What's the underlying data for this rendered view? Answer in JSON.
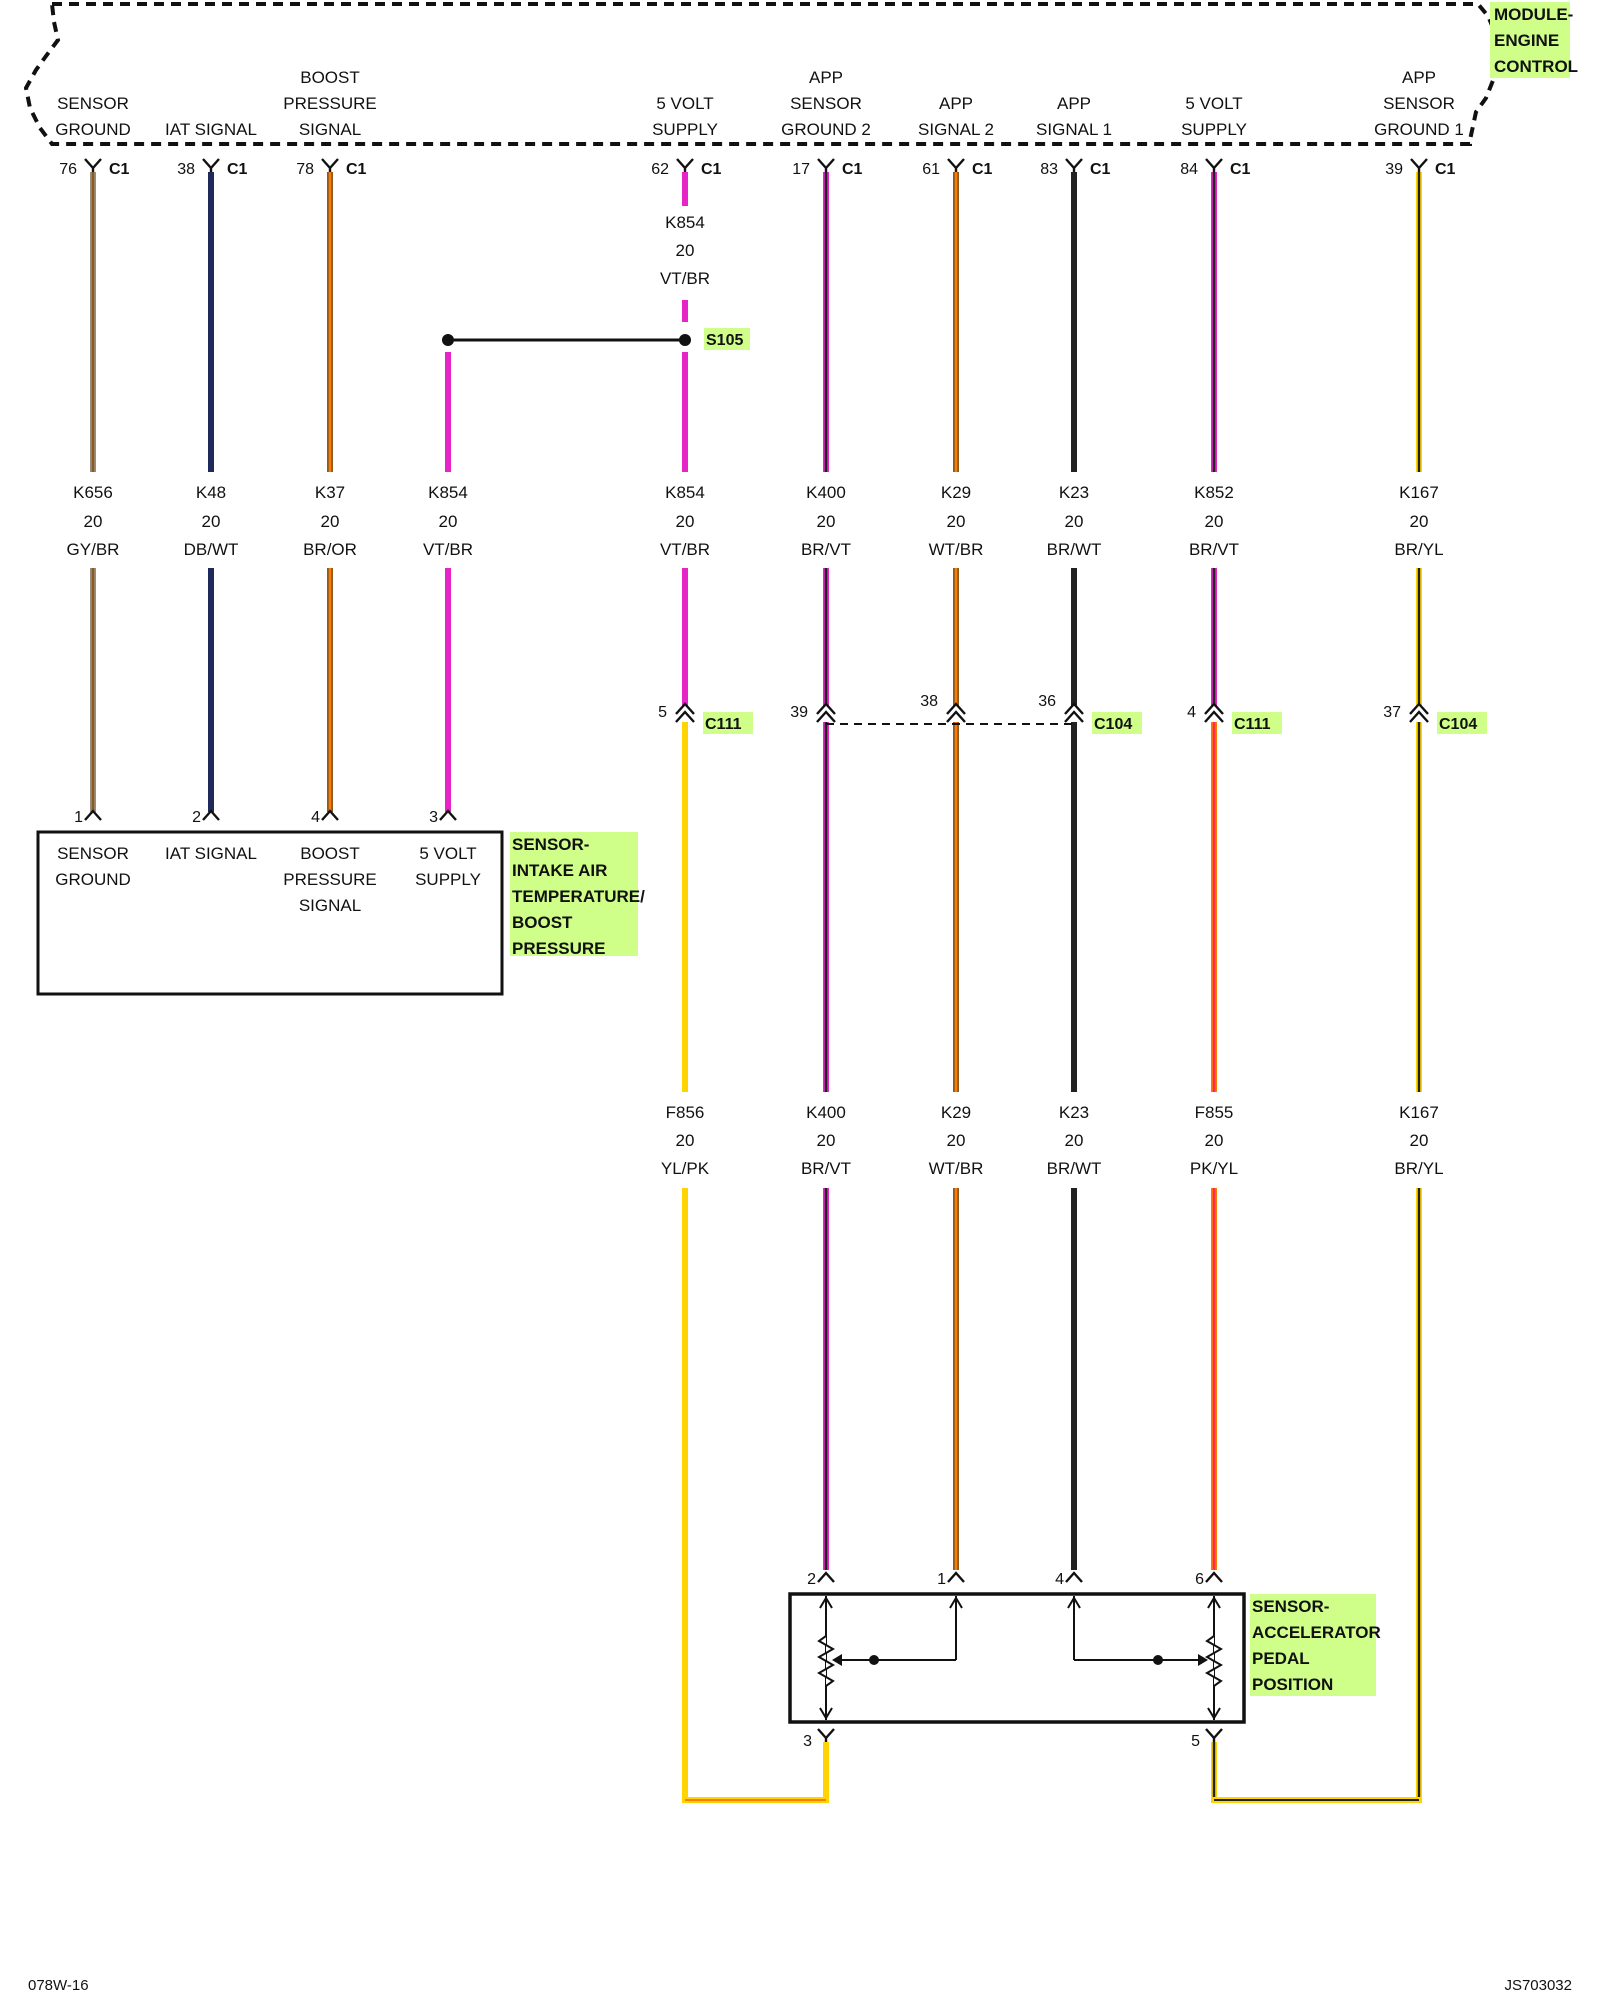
{
  "colors": {
    "GY": "#9a8d7c",
    "BR": "#8b5a1e",
    "DB": "#1f2a5a",
    "WT": "#d9c8a8",
    "OR": "#ff7a00",
    "VT": "#e624c8",
    "BK": "#222222",
    "YL": "#ffd400",
    "PK": "#ff2a4d",
    "BRWT": "#3a2a1a",
    "BRYL": "#3a3000",
    "callout": "#cfff88"
  },
  "module": {
    "name_lines": [
      "MODULE-",
      "ENGINE",
      "CONTROL"
    ],
    "pins": [
      {
        "id": "sg",
        "label": [
          "SENSOR",
          "GROUND"
        ],
        "pin": "76",
        "conn": "C1"
      },
      {
        "id": "iat",
        "label": [
          "IAT SIGNAL"
        ],
        "pin": "38",
        "conn": "C1"
      },
      {
        "id": "bps",
        "label": [
          "BOOST",
          "PRESSURE",
          "SIGNAL"
        ],
        "pin": "78",
        "conn": "C1"
      },
      {
        "id": "v5a",
        "label": [
          "5 VOLT",
          "SUPPLY"
        ],
        "pin": "62",
        "conn": "C1"
      },
      {
        "id": "asg2",
        "label": [
          "APP",
          "SENSOR",
          "GROUND 2"
        ],
        "pin": "17",
        "conn": "C1"
      },
      {
        "id": "as2",
        "label": [
          "APP",
          "SIGNAL 2"
        ],
        "pin": "61",
        "conn": "C1"
      },
      {
        "id": "as1",
        "label": [
          "APP",
          "SIGNAL 1"
        ],
        "pin": "83",
        "conn": "C1"
      },
      {
        "id": "v5b",
        "label": [
          "5 VOLT",
          "SUPPLY"
        ],
        "pin": "84",
        "conn": "C1"
      },
      {
        "id": "asg1",
        "label": [
          "APP",
          "SENSOR",
          "GROUND 1"
        ],
        "pin": "39",
        "conn": "C1"
      }
    ]
  },
  "upper_wire_v5a": {
    "circuit": "K854",
    "gauge": "20",
    "color": "VT/BR"
  },
  "splice": {
    "name": "S105"
  },
  "mid_wires": [
    {
      "id": "sg",
      "circuit": "K656",
      "gauge": "20",
      "color": "GY/BR"
    },
    {
      "id": "iat",
      "circuit": "K48",
      "gauge": "20",
      "color": "DB/WT"
    },
    {
      "id": "bps",
      "circuit": "K37",
      "gauge": "20",
      "color": "BR/OR"
    },
    {
      "id": "v5s",
      "circuit": "K854",
      "gauge": "20",
      "color": "VT/BR"
    },
    {
      "id": "v5a",
      "circuit": "K854",
      "gauge": "20",
      "color": "VT/BR"
    },
    {
      "id": "asg2",
      "circuit": "K400",
      "gauge": "20",
      "color": "BR/VT"
    },
    {
      "id": "as2",
      "circuit": "K29",
      "gauge": "20",
      "color": "WT/BR"
    },
    {
      "id": "as1",
      "circuit": "K23",
      "gauge": "20",
      "color": "BR/WT"
    },
    {
      "id": "v5b",
      "circuit": "K852",
      "gauge": "20",
      "color": "BR/VT"
    },
    {
      "id": "asg1",
      "circuit": "K167",
      "gauge": "20",
      "color": "BR/YL"
    }
  ],
  "inline_connectors": [
    {
      "id": "v5a",
      "pin": "5",
      "conn": "C111"
    },
    {
      "id": "asg2",
      "pin": "39",
      "conn": ""
    },
    {
      "id": "as2",
      "pin": "38",
      "conn": ""
    },
    {
      "id": "as1",
      "pin": "36",
      "conn": "C104"
    },
    {
      "id": "v5b",
      "pin": "4",
      "conn": "C111"
    },
    {
      "id": "asg1",
      "pin": "37",
      "conn": "C104"
    }
  ],
  "iat_sensor": {
    "name_lines": [
      "SENSOR-",
      "INTAKE AIR",
      "TEMPERATURE/",
      "BOOST",
      "PRESSURE"
    ],
    "pins": [
      {
        "id": "sg",
        "pin": "1",
        "label": [
          "SENSOR",
          "GROUND"
        ]
      },
      {
        "id": "iat",
        "pin": "2",
        "label": [
          "IAT SIGNAL"
        ]
      },
      {
        "id": "bps",
        "pin": "4",
        "label": [
          "BOOST",
          "PRESSURE",
          "SIGNAL"
        ]
      },
      {
        "id": "v5s",
        "pin": "3",
        "label": [
          "5 VOLT",
          "SUPPLY"
        ]
      }
    ]
  },
  "lower_wires": [
    {
      "id": "v5a",
      "circuit": "F856",
      "gauge": "20",
      "color": "YL/PK"
    },
    {
      "id": "asg2",
      "circuit": "K400",
      "gauge": "20",
      "color": "BR/VT"
    },
    {
      "id": "as2",
      "circuit": "K29",
      "gauge": "20",
      "color": "WT/BR"
    },
    {
      "id": "as1",
      "circuit": "K23",
      "gauge": "20",
      "color": "BR/WT"
    },
    {
      "id": "v5b",
      "circuit": "F855",
      "gauge": "20",
      "color": "PK/YL"
    },
    {
      "id": "asg1",
      "circuit": "K167",
      "gauge": "20",
      "color": "BR/YL"
    }
  ],
  "app_sensor": {
    "name_lines": [
      "SENSOR-",
      "ACCELERATOR",
      "PEDAL",
      "POSITION"
    ],
    "top_pins": [
      {
        "id": "asg2",
        "pin": "2"
      },
      {
        "id": "as2",
        "pin": "1"
      },
      {
        "id": "as1",
        "pin": "4"
      },
      {
        "id": "v5b",
        "pin": "6"
      }
    ],
    "bottom_pins": [
      {
        "id": "left",
        "pin": "3"
      },
      {
        "id": "right",
        "pin": "5"
      }
    ]
  },
  "footer": {
    "left": "078W-16",
    "right": "JS703032"
  }
}
